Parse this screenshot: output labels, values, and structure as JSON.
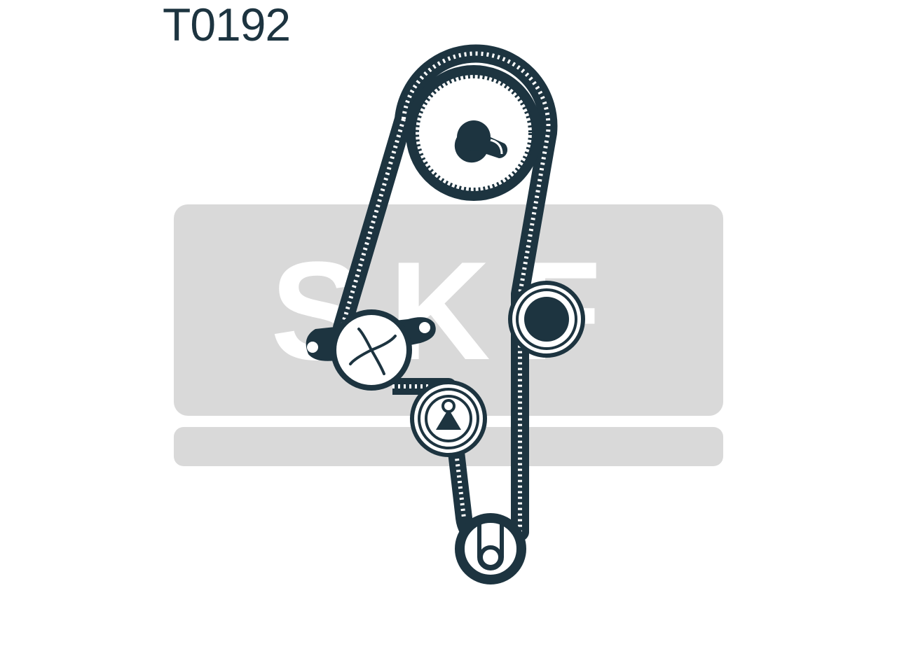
{
  "diagram": {
    "part_code": "T0192",
    "watermark_text": "SKF",
    "colors": {
      "ink": "#1d3440",
      "watermark_bg": "#d9d9d9",
      "watermark_text": "#ffffff",
      "paper": "#ffffff"
    },
    "components": [
      {
        "name": "camshaft-sprocket",
        "icon": "toothed-pulley-with-keyed-hub"
      },
      {
        "name": "water-pump-pulley",
        "icon": "pump-impeller-bracket"
      },
      {
        "name": "idler-pulley",
        "icon": "smooth-roller"
      },
      {
        "name": "tensioner-pulley",
        "icon": "roller-with-triangle-mark"
      },
      {
        "name": "crankshaft-sprocket",
        "icon": "small-pulley-with-slot"
      }
    ]
  }
}
